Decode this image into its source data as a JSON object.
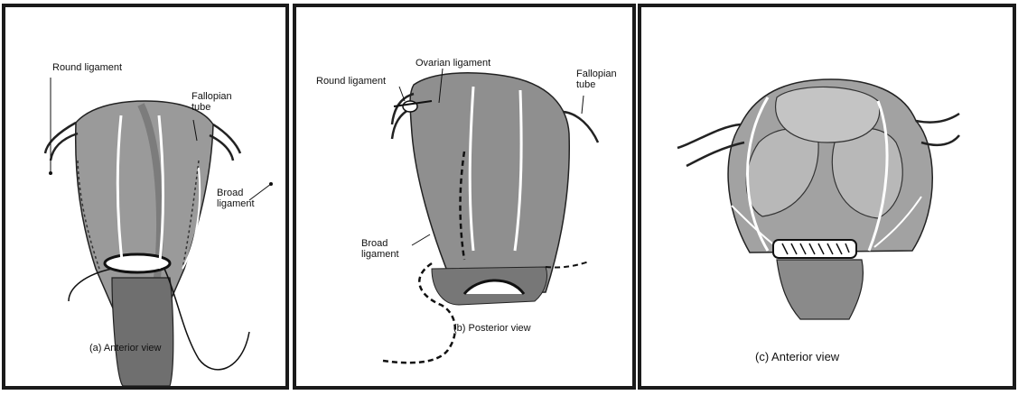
{
  "panels": [
    {
      "caption": "(a)  Anterior view",
      "labels": {
        "round_ligament": "Round ligament",
        "fallopian_tube": "Fallopian\ntube",
        "broad_ligament": "Broad\nligament"
      }
    },
    {
      "caption": "(b)  Posterior view",
      "labels": {
        "round_ligament": "Round ligament",
        "ovarian_ligament": "Ovarian ligament",
        "fallopian_tube": "Fallopian\ntube",
        "broad_ligament": "Broad\nligament"
      }
    },
    {
      "caption": "(c)  Anterior view",
      "labels": {}
    }
  ]
}
